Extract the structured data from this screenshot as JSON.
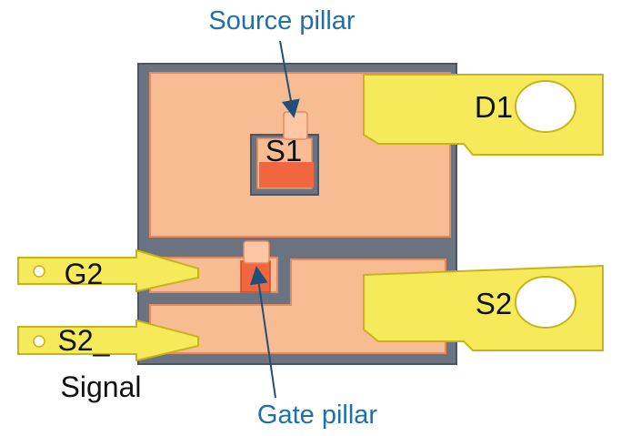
{
  "callouts": {
    "source_pillar": "Source pillar",
    "gate_pillar": "Gate pillar"
  },
  "terminals": {
    "d1": "D1",
    "s2": "S2",
    "g2": "G2",
    "s2_signal_line1": "S2_",
    "s2_signal_line2": "Signal"
  },
  "die": {
    "s1": "S1"
  },
  "colors": {
    "frame": "#6b7280",
    "copper": "#f8bc93",
    "copper_edge": "#e38a62",
    "pillar": "#f0663e",
    "pillar_top": "#ffc7a4",
    "lead": "#f7ea5a",
    "lead_edge": "#c7b41b",
    "callout": "#1f6fa8",
    "text": "#111111"
  }
}
